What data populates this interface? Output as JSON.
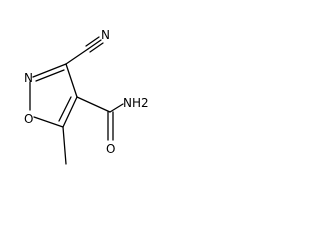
{
  "molecule": {
    "atoms": {
      "N_nitrile": "N",
      "N_ring": "N",
      "O_ring": "O",
      "O_amide": "O",
      "NH2": "NH2"
    }
  },
  "colors": {
    "bond": "#000000",
    "label": "#000000",
    "background": "#ffffff"
  }
}
